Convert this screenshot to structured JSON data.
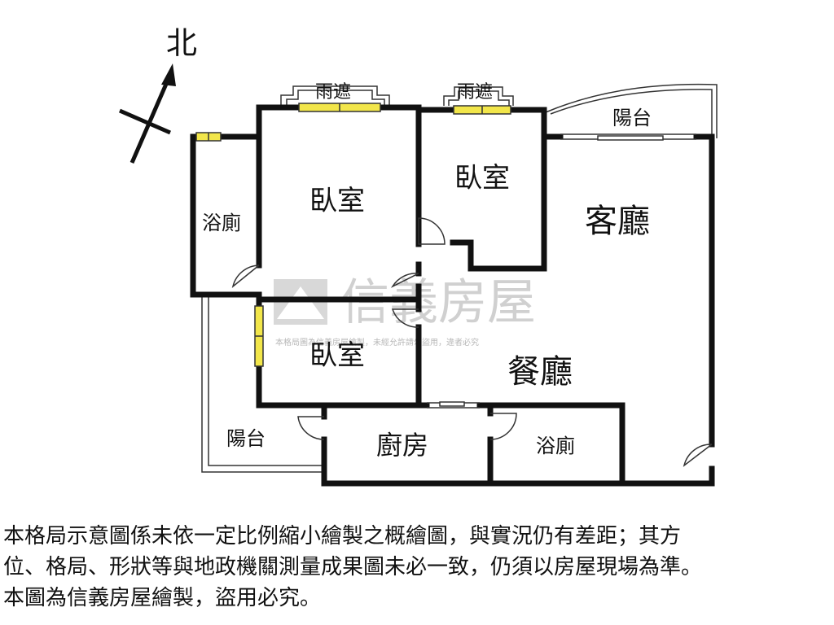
{
  "compass": {
    "label": "北"
  },
  "rooms": {
    "bedroom_top_left": "臥室",
    "bedroom_top_right": "臥室",
    "bedroom_bottom": "臥室",
    "bathroom_left": "浴廁",
    "bathroom_bottom": "浴廁",
    "living_room": "客廳",
    "dining_room": "餐廳",
    "kitchen": "廚房",
    "balcony_top": "陽台",
    "balcony_bottom_left": "陽台",
    "canopy_left": "雨遮",
    "canopy_right": "雨遮"
  },
  "watermark": {
    "brand": "信義房屋",
    "notice": "本格局圖為信義房屋繪製，未經允許請勿盜用，違者必究"
  },
  "footnote": {
    "line1": "本格局示意圖係未依一定比例縮小繪製之概繪圖，與實況仍有差距；其方",
    "line2": "位、格局、形狀等與地政機關測量成果圖未必一致，仍須以房屋現場為準。",
    "line3": "本圖為信義房屋繪製，盜用必究。"
  },
  "colors": {
    "wall": "#111111",
    "window": "#f2e64a",
    "watermark": "#d0d0d0"
  }
}
